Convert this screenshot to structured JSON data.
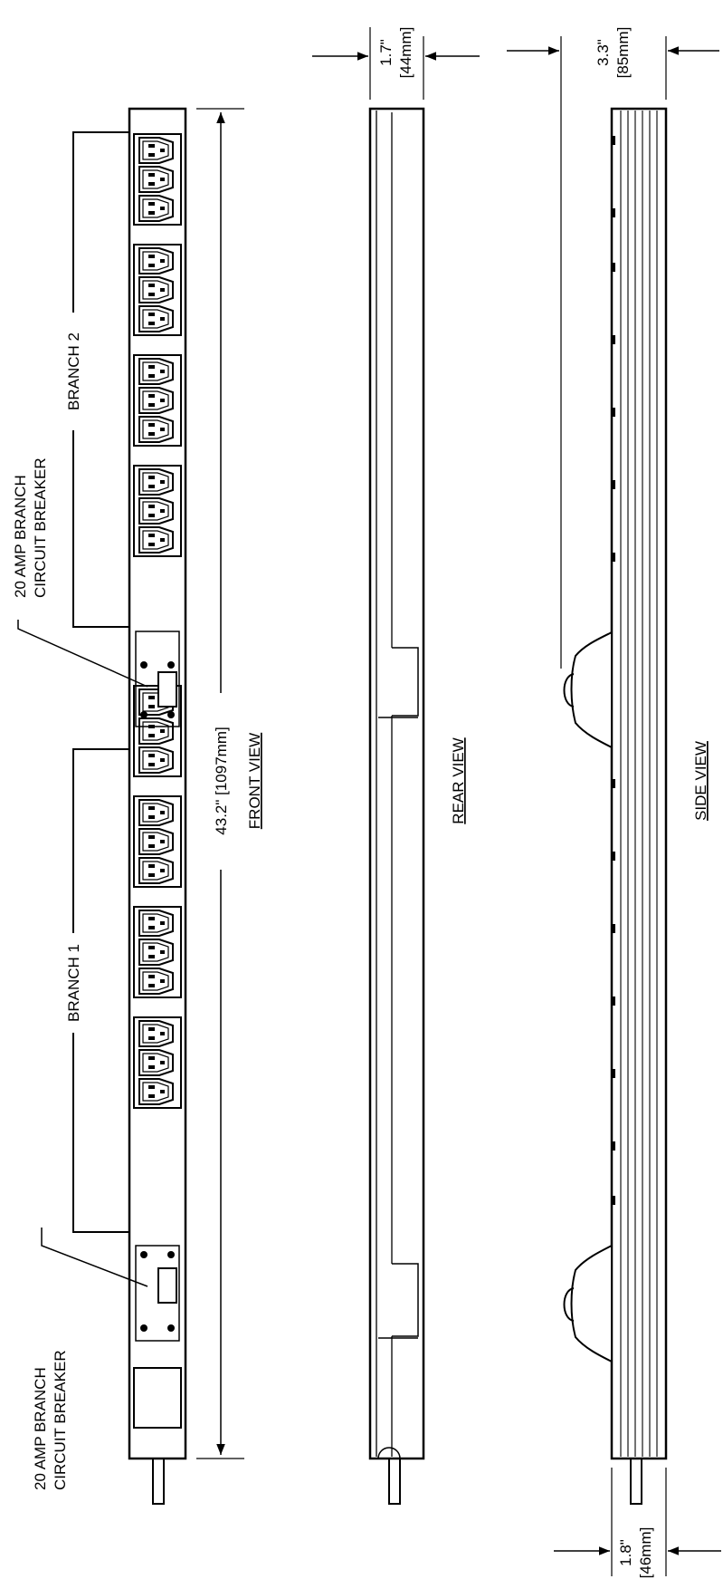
{
  "colors": {
    "line": "#000000",
    "background": "#ffffff",
    "fill_dark": "#000000"
  },
  "front_view": {
    "title": "FRONT VIEW",
    "length_dimension": "43.2\" [1097mm]",
    "branch_top": "BRANCH 2",
    "branch_bottom": "BRANCH 1",
    "breaker_top": [
      "20 AMP BRANCH",
      "CIRCUIT BREAKER"
    ],
    "breaker_bottom": [
      "20 AMP BRANCH",
      "CIRCUIT BREAKER"
    ]
  },
  "rear_view": {
    "title": "REAR VIEW",
    "width_dimension": [
      "1.7\"",
      "[44mm]"
    ]
  },
  "side_view": {
    "title": "SIDE VIEW",
    "depth_dimension": [
      "3.3\"",
      "[85mm]"
    ],
    "body_dimension": [
      "1.8\"",
      "[46mm]"
    ]
  }
}
